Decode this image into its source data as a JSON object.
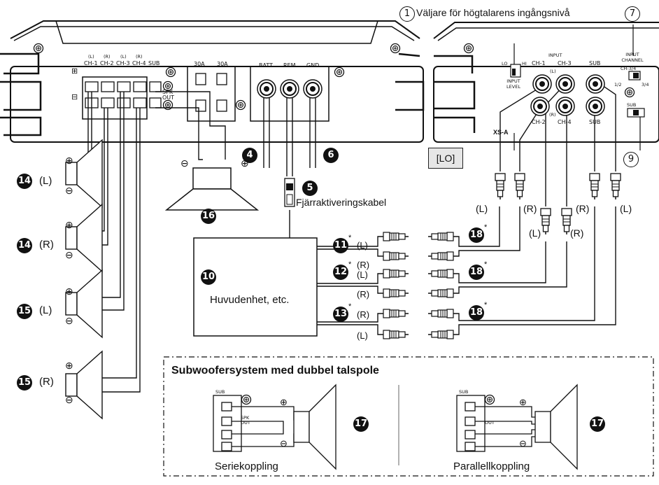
{
  "callouts": {
    "input_level_selector": "Väljare för högtalarens ingångsnivå",
    "remote_cable": "Fjärraktiveringskabel",
    "head_unit": "Huvudenhet, etc.",
    "lo_tag": "[LO]",
    "dual_coil_title": "Subwoofersystem med dubbel talspole",
    "series": "Seriekoppling",
    "parallel": "Parallellkoppling"
  },
  "numbers": {
    "n1": "1",
    "n4": "4",
    "n5": "5",
    "n6": "6",
    "n7": "7",
    "n9": "9",
    "n10": "10",
    "n11": "11",
    "n12": "12",
    "n13": "13",
    "n14": "14",
    "n15": "15",
    "n16": "16",
    "n17": "17",
    "n18": "18",
    "star": "*"
  },
  "channels": {
    "l": "(L)",
    "r": "(R)"
  },
  "amp_left": {
    "ch_labels": [
      "CH-1",
      "CH-2",
      "CH-3",
      "CH-4",
      "SUB"
    ],
    "ch_lr": [
      "(L)",
      "(R)",
      "(L)",
      "(R)"
    ],
    "fuse1": "30A",
    "fuse2": "30A",
    "batt": "BATT",
    "rem": "REM",
    "gnd": "GND",
    "spk_out": "SPK OUT"
  },
  "amp_right": {
    "input": "INPUT",
    "ch1": "CH-1",
    "ch2": "CH-2",
    "ch3": "CH-3",
    "ch4": "CH-4",
    "sub": "SUB",
    "input_level": "INPUT LEVEL",
    "lo": "LO",
    "hi": "HI",
    "input_channel": "INPUT CHANNEL",
    "ch34": "CH-3/4",
    "one_two": "1/2",
    "three_four": "3/4",
    "sub_sw": "SUB",
    "brand": "XS-A"
  },
  "dual": {
    "sub": "SUB",
    "spk_out": "SPK OUT",
    "out": "OUT"
  }
}
